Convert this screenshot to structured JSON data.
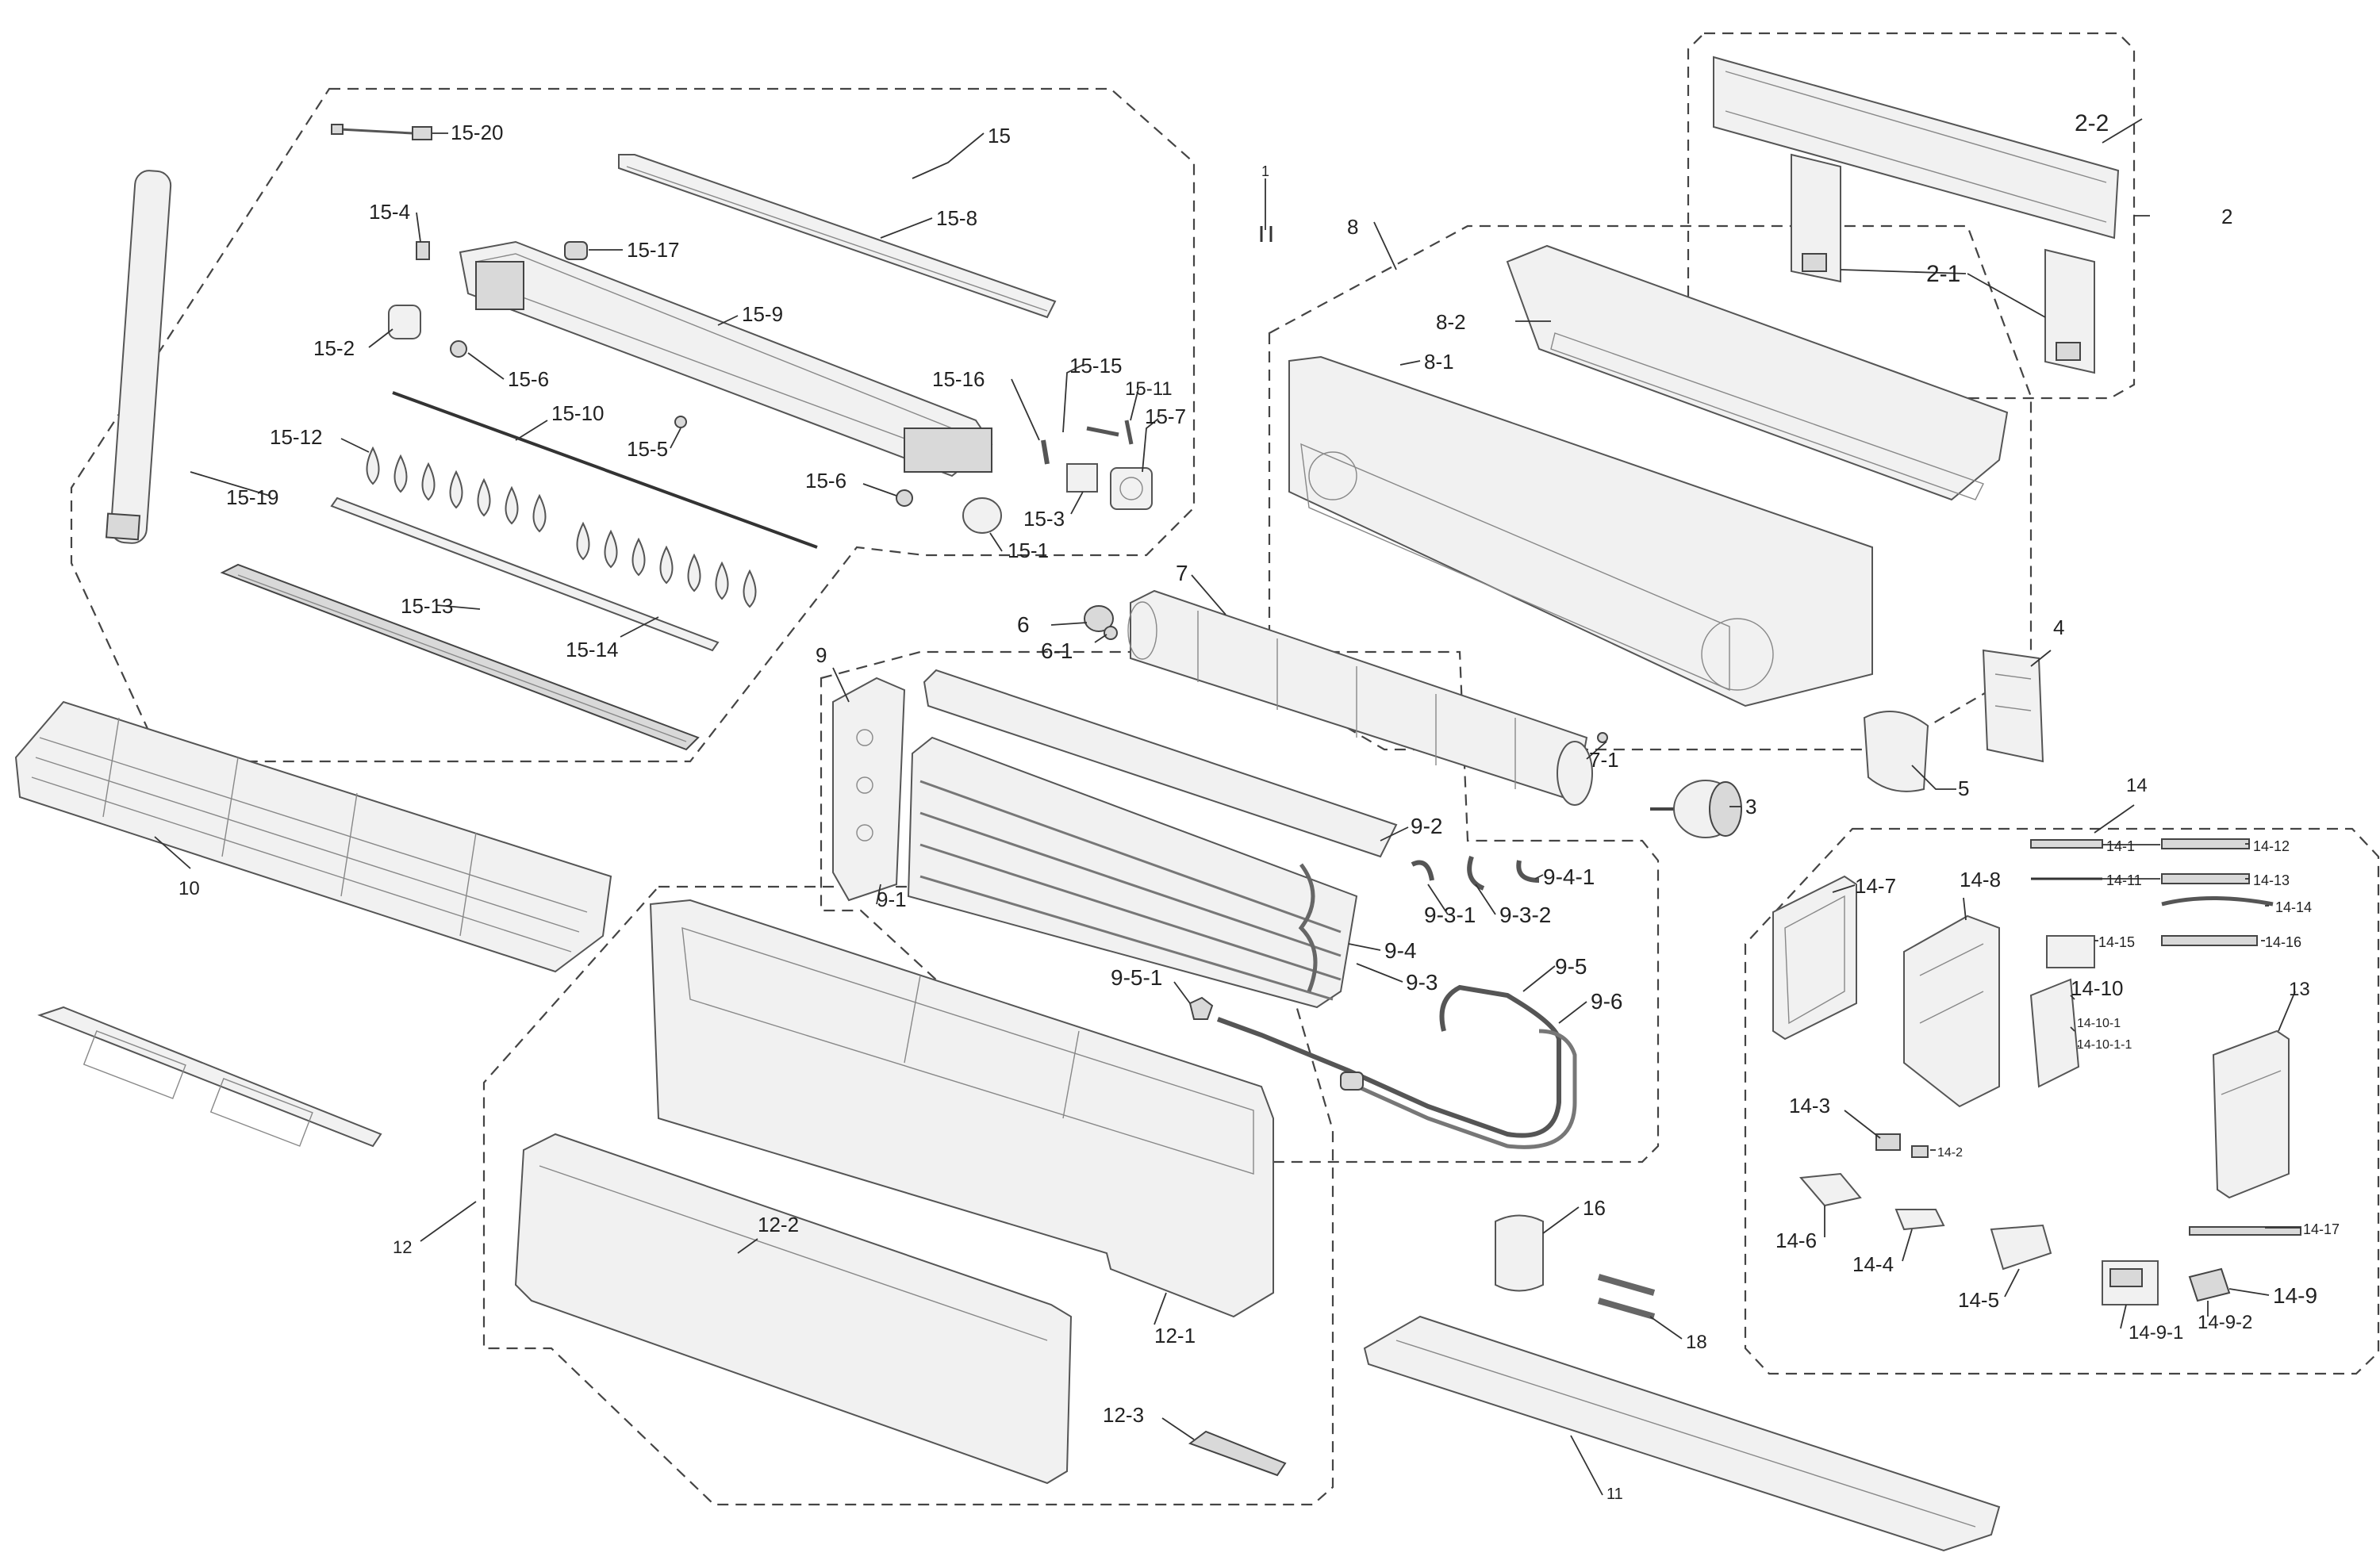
{
  "callouts": {
    "c1": "1",
    "c2": "2",
    "c2_1": "2-1",
    "c2_2": "2-2",
    "c3": "3",
    "c4": "4",
    "c5": "5",
    "c6": "6",
    "c6_1": "6-1",
    "c7": "7",
    "c7_1": "7-1",
    "c8": "8",
    "c8_1": "8-1",
    "c8_2": "8-2",
    "c9": "9",
    "c9_1": "9-1",
    "c9_2": "9-2",
    "c9_3": "9-3",
    "c9_3_1": "9-3-1",
    "c9_3_2": "9-3-2",
    "c9_4": "9-4",
    "c9_4_1": "9-4-1",
    "c9_5": "9-5",
    "c9_5_1": "9-5-1",
    "c9_6": "9-6",
    "c10": "10",
    "c11": "11",
    "c12": "12",
    "c12_1": "12-1",
    "c12_2": "12-2",
    "c12_3": "12-3",
    "c13": "13",
    "c14": "14",
    "c14_1": "14-1",
    "c14_2": "14-2",
    "c14_3": "14-3",
    "c14_4": "14-4",
    "c14_5": "14-5",
    "c14_6": "14-6",
    "c14_7": "14-7",
    "c14_8": "14-8",
    "c14_9": "14-9",
    "c14_9_1": "14-9-1",
    "c14_9_2": "14-9-2",
    "c14_10": "14-10",
    "c14_10_1": "14-10-1",
    "c14_10_1_1": "14-10-1-1",
    "c14_11": "14-11",
    "c14_12": "14-12",
    "c14_13": "14-13",
    "c14_14": "14-14",
    "c14_15": "14-15",
    "c14_16": "14-16",
    "c14_17": "14-17",
    "c15": "15",
    "c15_1": "15-1",
    "c15_2": "15-2",
    "c15_3": "15-3",
    "c15_4": "15-4",
    "c15_5": "15-5",
    "c15_6a": "15-6",
    "c15_6b": "15-6",
    "c15_7": "15-7",
    "c15_8": "15-8",
    "c15_9": "15-9",
    "c15_10": "15-10",
    "c15_11": "15-11",
    "c15_12": "15-12",
    "c15_13": "15-13",
    "c15_14": "15-14",
    "c15_15": "15-15",
    "c15_16": "15-16",
    "c15_17": "15-17",
    "c15_19": "15-19",
    "c15_20": "15-20",
    "c16": "16",
    "c18": "18"
  }
}
